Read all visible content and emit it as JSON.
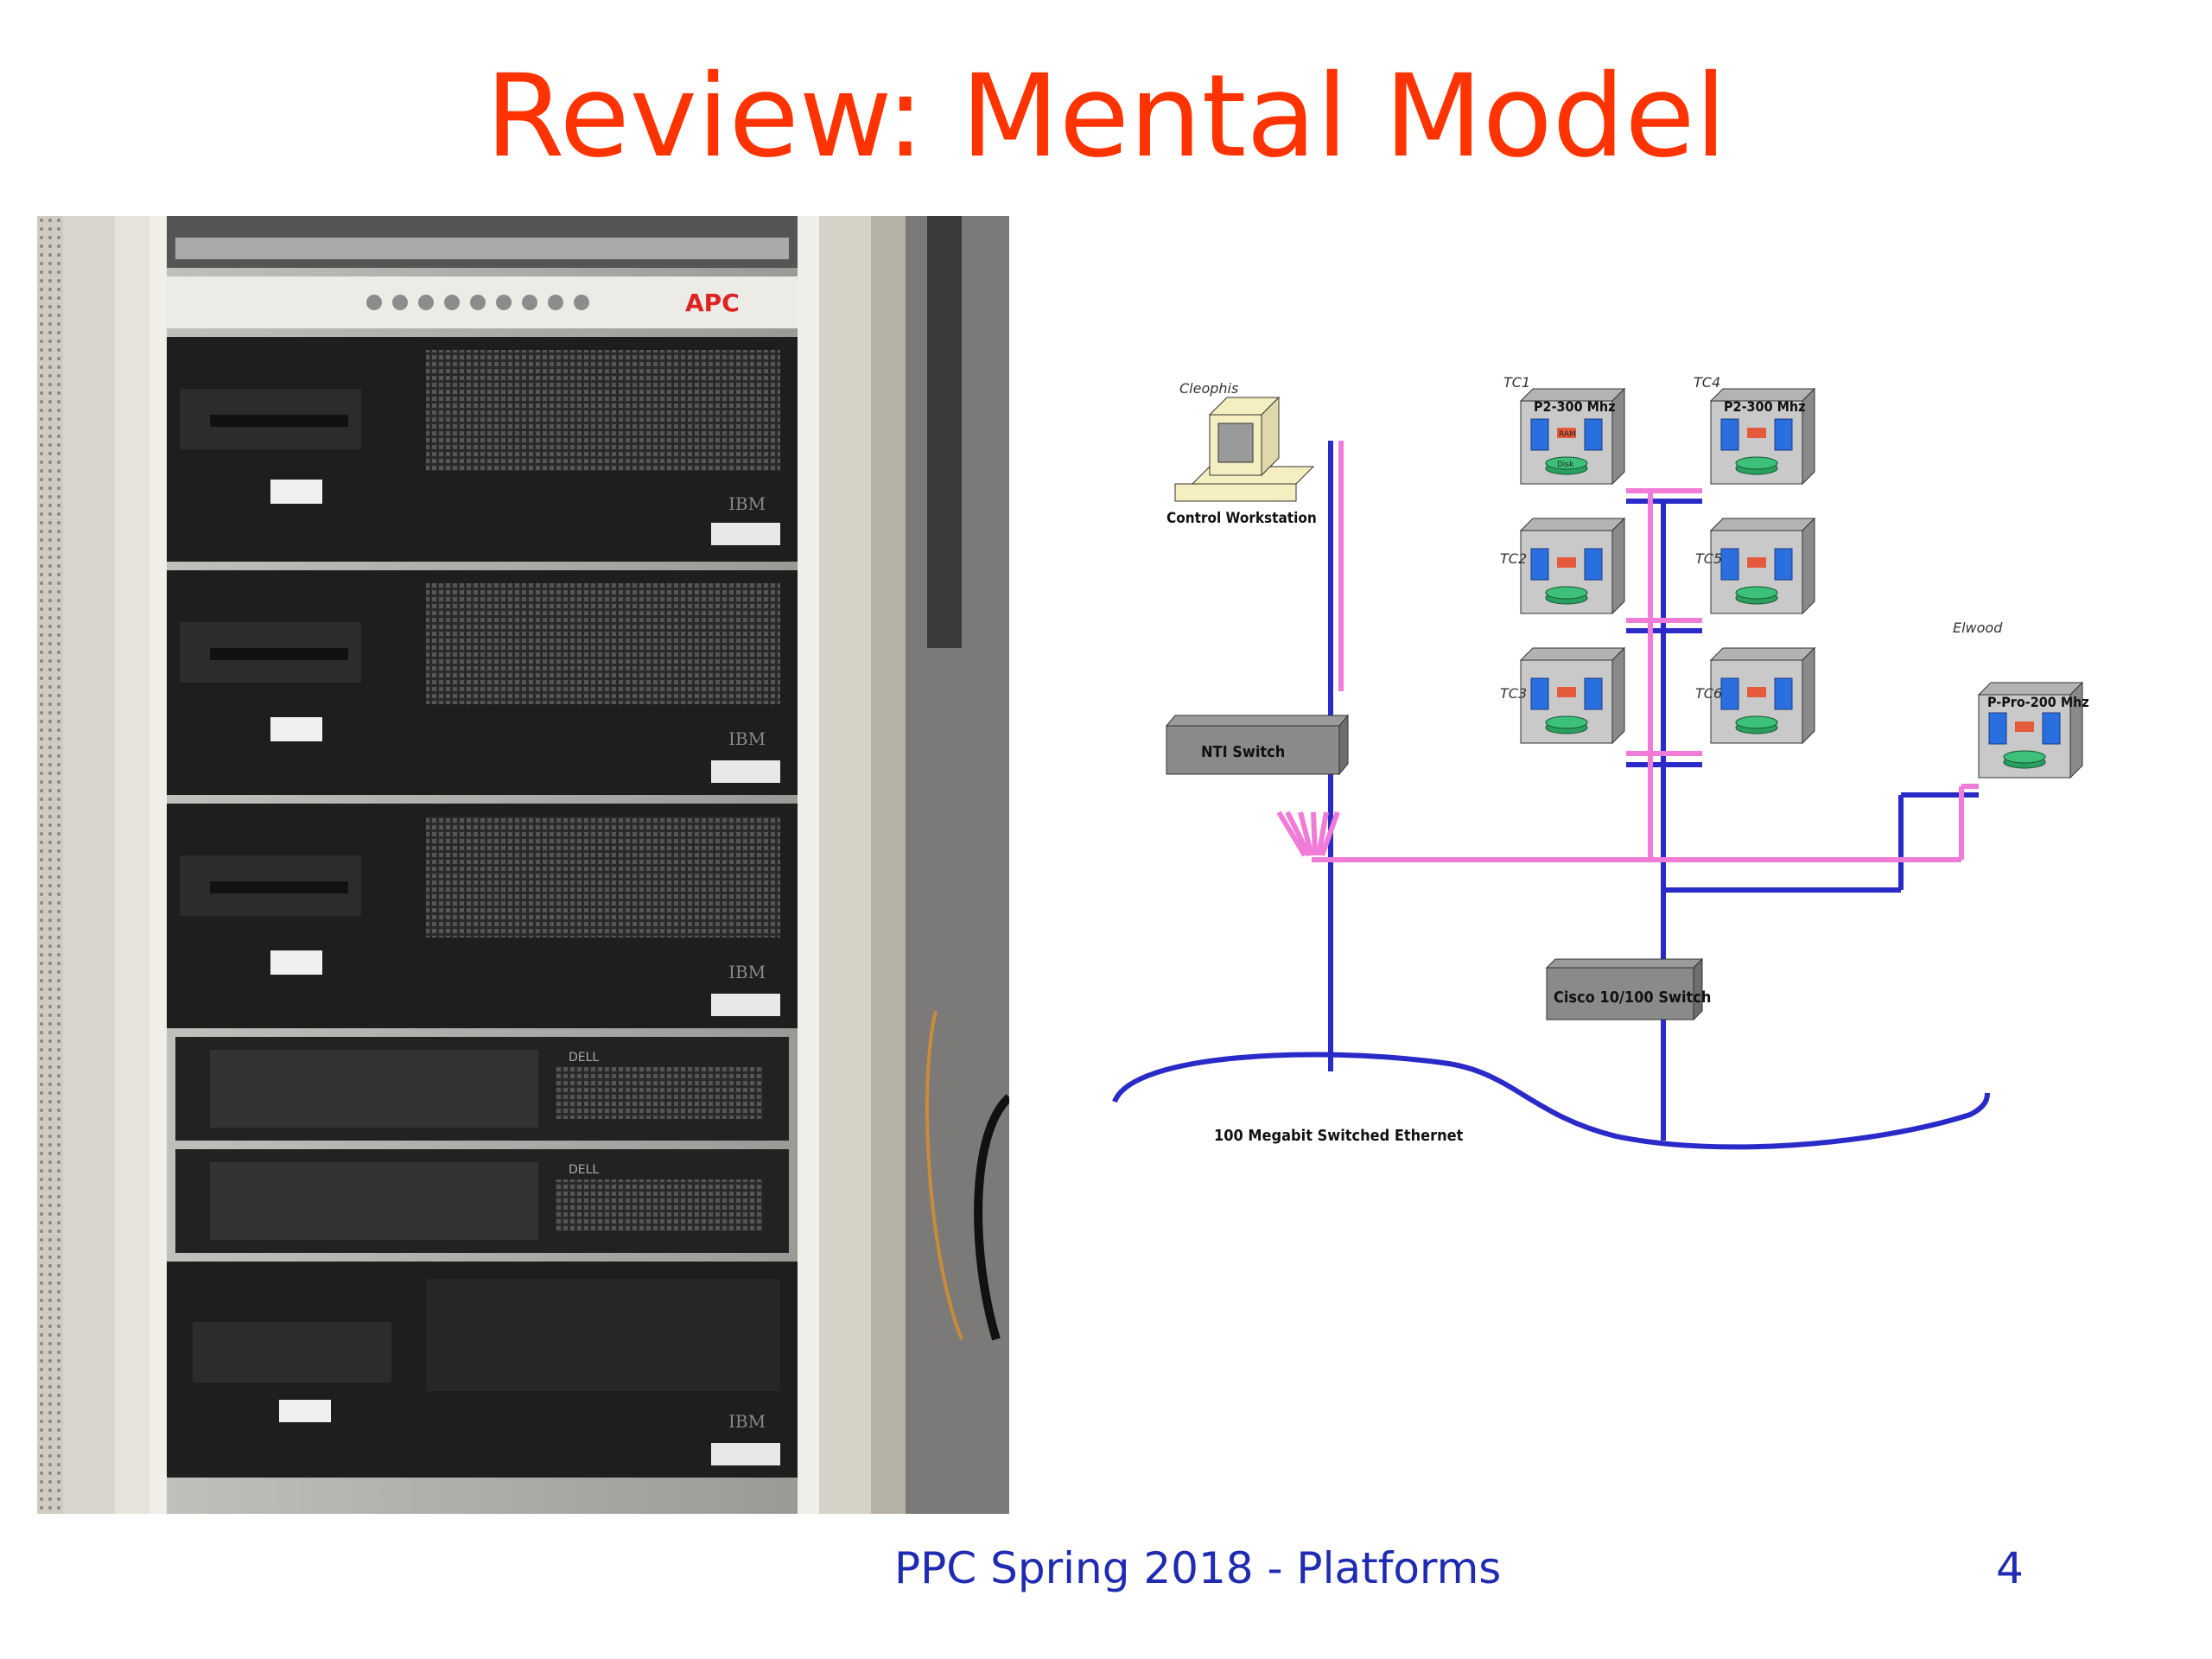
{
  "slide": {
    "title": "Review: Mental Model",
    "footer": "PPC Spring 2018 - Platforms",
    "page_number": "4"
  },
  "photo": {
    "ups_label": "APC",
    "server_brand": "IBM",
    "dell_brand": "DELL"
  },
  "diagram": {
    "tc1": "TC1",
    "tc2": "TC2",
    "tc3": "TC3",
    "tc4": "TC4",
    "tc5": "TC5",
    "tc6": "TC6",
    "node_cpu_small": "P2-300 Mhz",
    "elwood_cpu": "P-Pro-200 Mhz",
    "workstation_name": "Cleophis",
    "workstation_label": "Control Workstation",
    "elwood_name": "Elwood",
    "nti_switch": "NTI Switch",
    "cisco_switch": "Cisco 10/100 Switch",
    "ethernet_label": "100 Megabit Switched Ethernet",
    "ram": "RAM",
    "disk": "Disk"
  },
  "colors": {
    "title": "#ff3300",
    "footer": "#1f2bb0",
    "blue_line": "#2a2ac8",
    "pink_line": "#f07cd8"
  }
}
